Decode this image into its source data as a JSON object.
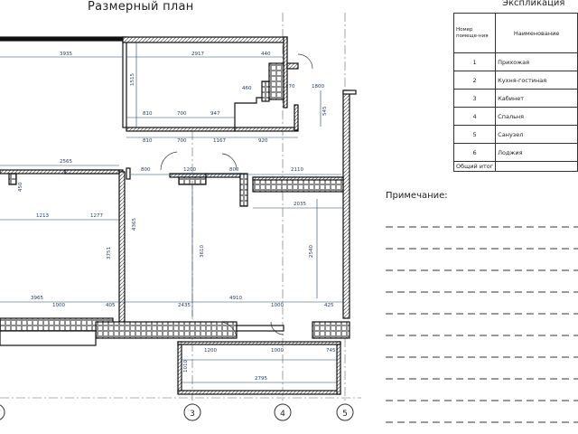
{
  "title": "Размерный план",
  "explication": {
    "title": "Экспликация",
    "header_num": "Номер помеще-ния",
    "header_name": "Наименование",
    "rows": [
      {
        "num": "1",
        "name": "Прихожая"
      },
      {
        "num": "2",
        "name": "Кухня-гостиная"
      },
      {
        "num": "3",
        "name": "Кабинет"
      },
      {
        "num": "4",
        "name": "Спальня"
      },
      {
        "num": "5",
        "name": "Санузел"
      },
      {
        "num": "6",
        "name": "Лоджия"
      }
    ],
    "total": "Общий итог"
  },
  "notes": {
    "title": "Примечание:"
  },
  "axes": [
    "3",
    "4",
    "5"
  ],
  "dimensions": [
    {
      "id": "d3935",
      "text": "3935"
    },
    {
      "id": "d2917",
      "text": "2917"
    },
    {
      "id": "d440",
      "text": "440"
    },
    {
      "id": "d460",
      "text": "460"
    },
    {
      "id": "d270",
      "text": "270"
    },
    {
      "id": "d1800",
      "text": "1800"
    },
    {
      "id": "d1515",
      "text": "1515"
    },
    {
      "id": "d545",
      "text": "545"
    },
    {
      "id": "d810",
      "text": "810"
    },
    {
      "id": "d700",
      "text": "700"
    },
    {
      "id": "d947",
      "text": "947"
    },
    {
      "id": "d810b",
      "text": "810"
    },
    {
      "id": "d700b",
      "text": "700"
    },
    {
      "id": "d1167",
      "text": "1167"
    },
    {
      "id": "d920",
      "text": "920"
    },
    {
      "id": "d2565",
      "text": "2565"
    },
    {
      "id": "d800",
      "text": "800"
    },
    {
      "id": "d1200",
      "text": "1200"
    },
    {
      "id": "d800b",
      "text": "800"
    },
    {
      "id": "d2110",
      "text": "2110"
    },
    {
      "id": "d450",
      "text": "450"
    },
    {
      "id": "d2035",
      "text": "2035"
    },
    {
      "id": "d1213",
      "text": "1213"
    },
    {
      "id": "d1277",
      "text": "1277"
    },
    {
      "id": "d4365",
      "text": "4365"
    },
    {
      "id": "d3610",
      "text": "3610"
    },
    {
      "id": "d2540",
      "text": "2540"
    },
    {
      "id": "d3751",
      "text": "3751"
    },
    {
      "id": "d3965",
      "text": "3965"
    },
    {
      "id": "d4910",
      "text": "4910"
    },
    {
      "id": "d1000",
      "text": "1000"
    },
    {
      "id": "d405",
      "text": "405"
    },
    {
      "id": "d2435",
      "text": "2435"
    },
    {
      "id": "d1000b",
      "text": "1000"
    },
    {
      "id": "d425",
      "text": "425"
    },
    {
      "id": "d1200b",
      "text": "1200"
    },
    {
      "id": "d1000c",
      "text": "1000"
    },
    {
      "id": "d745",
      "text": "745"
    },
    {
      "id": "d1010",
      "text": "1010"
    },
    {
      "id": "d2795",
      "text": "2795"
    }
  ]
}
